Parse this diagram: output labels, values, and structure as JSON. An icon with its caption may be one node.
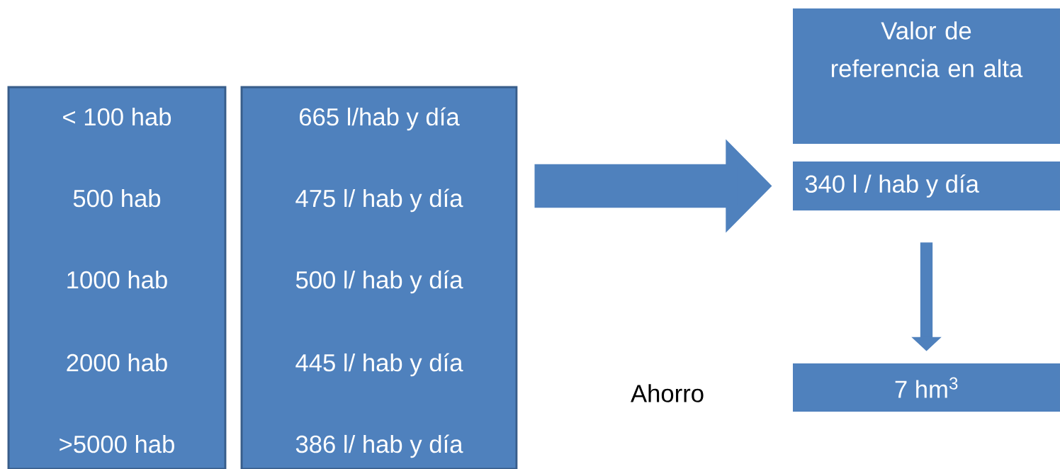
{
  "diagram": {
    "nodes": [
      {
        "text": [
          "< 100 hab",
          "500 hab",
          "1000 hab",
          "2000 hab",
          ">5000 hab"
        ]
      },
      {
        "text": [
          "665 l/hab y día",
          "475 l/ hab y día",
          "500 l/ hab y día",
          "445 l/ hab y día",
          "386 l/ hab y día"
        ]
      },
      {
        "text": [
          "Valor de referencia en alta"
        ]
      },
      {
        "text": [
          "340 l / hab y día"
        ]
      },
      {
        "text": [
          "7 hm$^{3}$"
        ]
      }
    ],
    "edges": [
      {
        "from": 1,
        "to": 3,
        "arrow": "to",
        "style": "thick"
      },
      {
        "from": 3,
        "to": 4,
        "arrow": "to"
      }
    ],
    "labels": [
      "Ahorro"
    ]
  }
}
